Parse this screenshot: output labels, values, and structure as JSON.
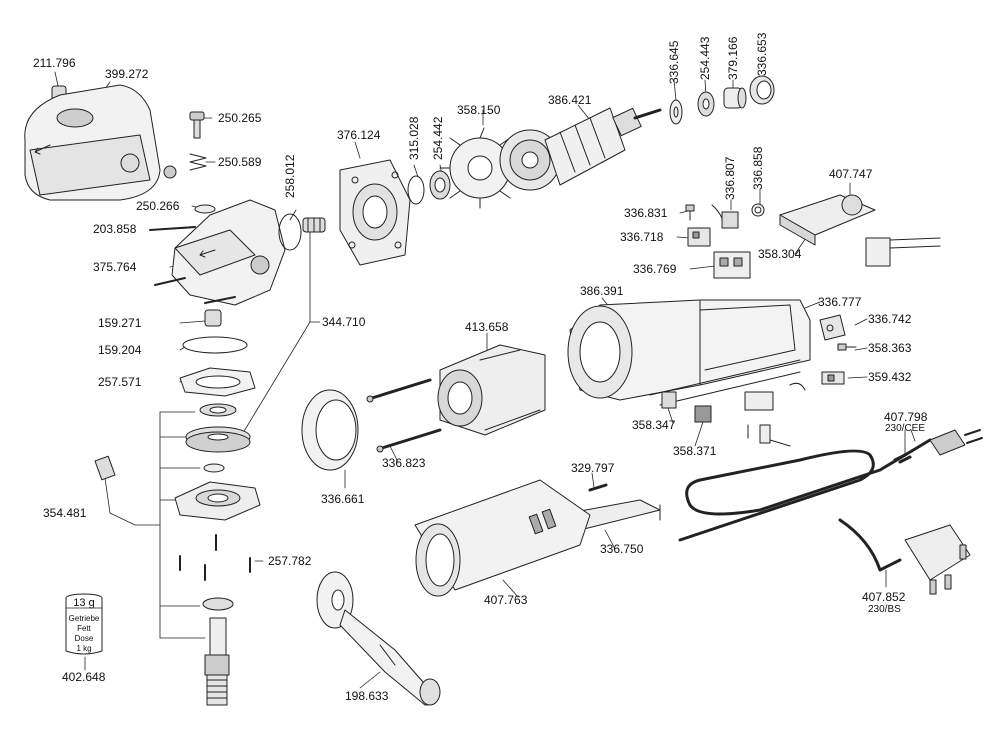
{
  "parts": {
    "p211796": "211.796",
    "p399272": "399.272",
    "p250265": "250.265",
    "p250589": "250.589",
    "p250266": "250.266",
    "p203858": "203.858",
    "p375764": "375.764",
    "p258012": "258.012",
    "p376124": "376.124",
    "p315028": "315.028",
    "p254442": "254.442",
    "p358150": "358.150",
    "p386421": "386.421",
    "p336645": "336.645",
    "p254443": "254.443",
    "p379166": "379.166",
    "p336653": "336.653",
    "p336807": "336.807",
    "p336858": "336.858",
    "p407747": "407.747",
    "p336831": "336.831",
    "p336718": "336.718",
    "p358304": "358.304",
    "p336769": "336.769",
    "p386391": "386.391",
    "p336777": "336.777",
    "p336742": "336.742",
    "p358363": "358.363",
    "p359432": "359.432",
    "p413658": "413.658",
    "p344710": "344.710",
    "p159271": "159.271",
    "p159204": "159.204",
    "p257571": "257.571",
    "p336823": "336.823",
    "p358347": "358.347",
    "p358371": "358.371",
    "p407798": "407.798",
    "p407798_var": "230/CEE",
    "p329797": "329.797",
    "p336661": "336.661",
    "p354481": "354.481",
    "p257782": "257.782",
    "p336750": "336.750",
    "p407763": "407.763",
    "p407852": "407.852",
    "p407852_var": "230/BS",
    "p402648": "402.648",
    "p198633": "198.633"
  },
  "grease_can": {
    "amount": "13 g",
    "line1": "Getriebe",
    "line2": "Fett",
    "line3": "Dose",
    "line4": "1 kg"
  }
}
